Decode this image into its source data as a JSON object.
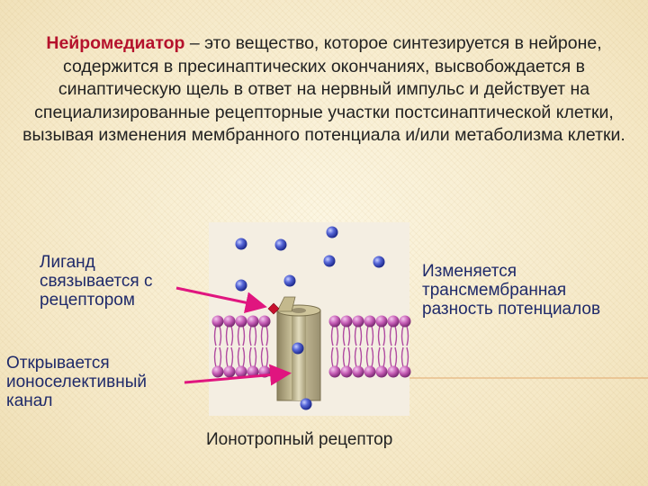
{
  "definition": {
    "term": "Нейромедиатор",
    "text": " – это вещество, которое синтезируется в нейроне, содержится в пресинаптических окончаниях, высвобождается в синаптическую щель в ответ на нервный импульс и действует на специализированные рецепторные участки постсинаптической клетки, вызывая изменения мембранного потенциала и/или метаболизма клетки."
  },
  "labels": {
    "ligand_binds": "Лиганд связывается с рецептором",
    "potential_changes": "Изменяется трансмембранная разность потенциалов",
    "channel_opens": "Открывается ионоселективный канал",
    "caption": "Ионотропный рецептор"
  },
  "colors": {
    "term": "#b5122c",
    "label_text": "#1f2a6a",
    "arrow": "#e0157f",
    "lipid_head": "#c45bb4",
    "channel": "#b8ad82",
    "ion": "#4a58c8",
    "ligand": "#c8102e"
  }
}
